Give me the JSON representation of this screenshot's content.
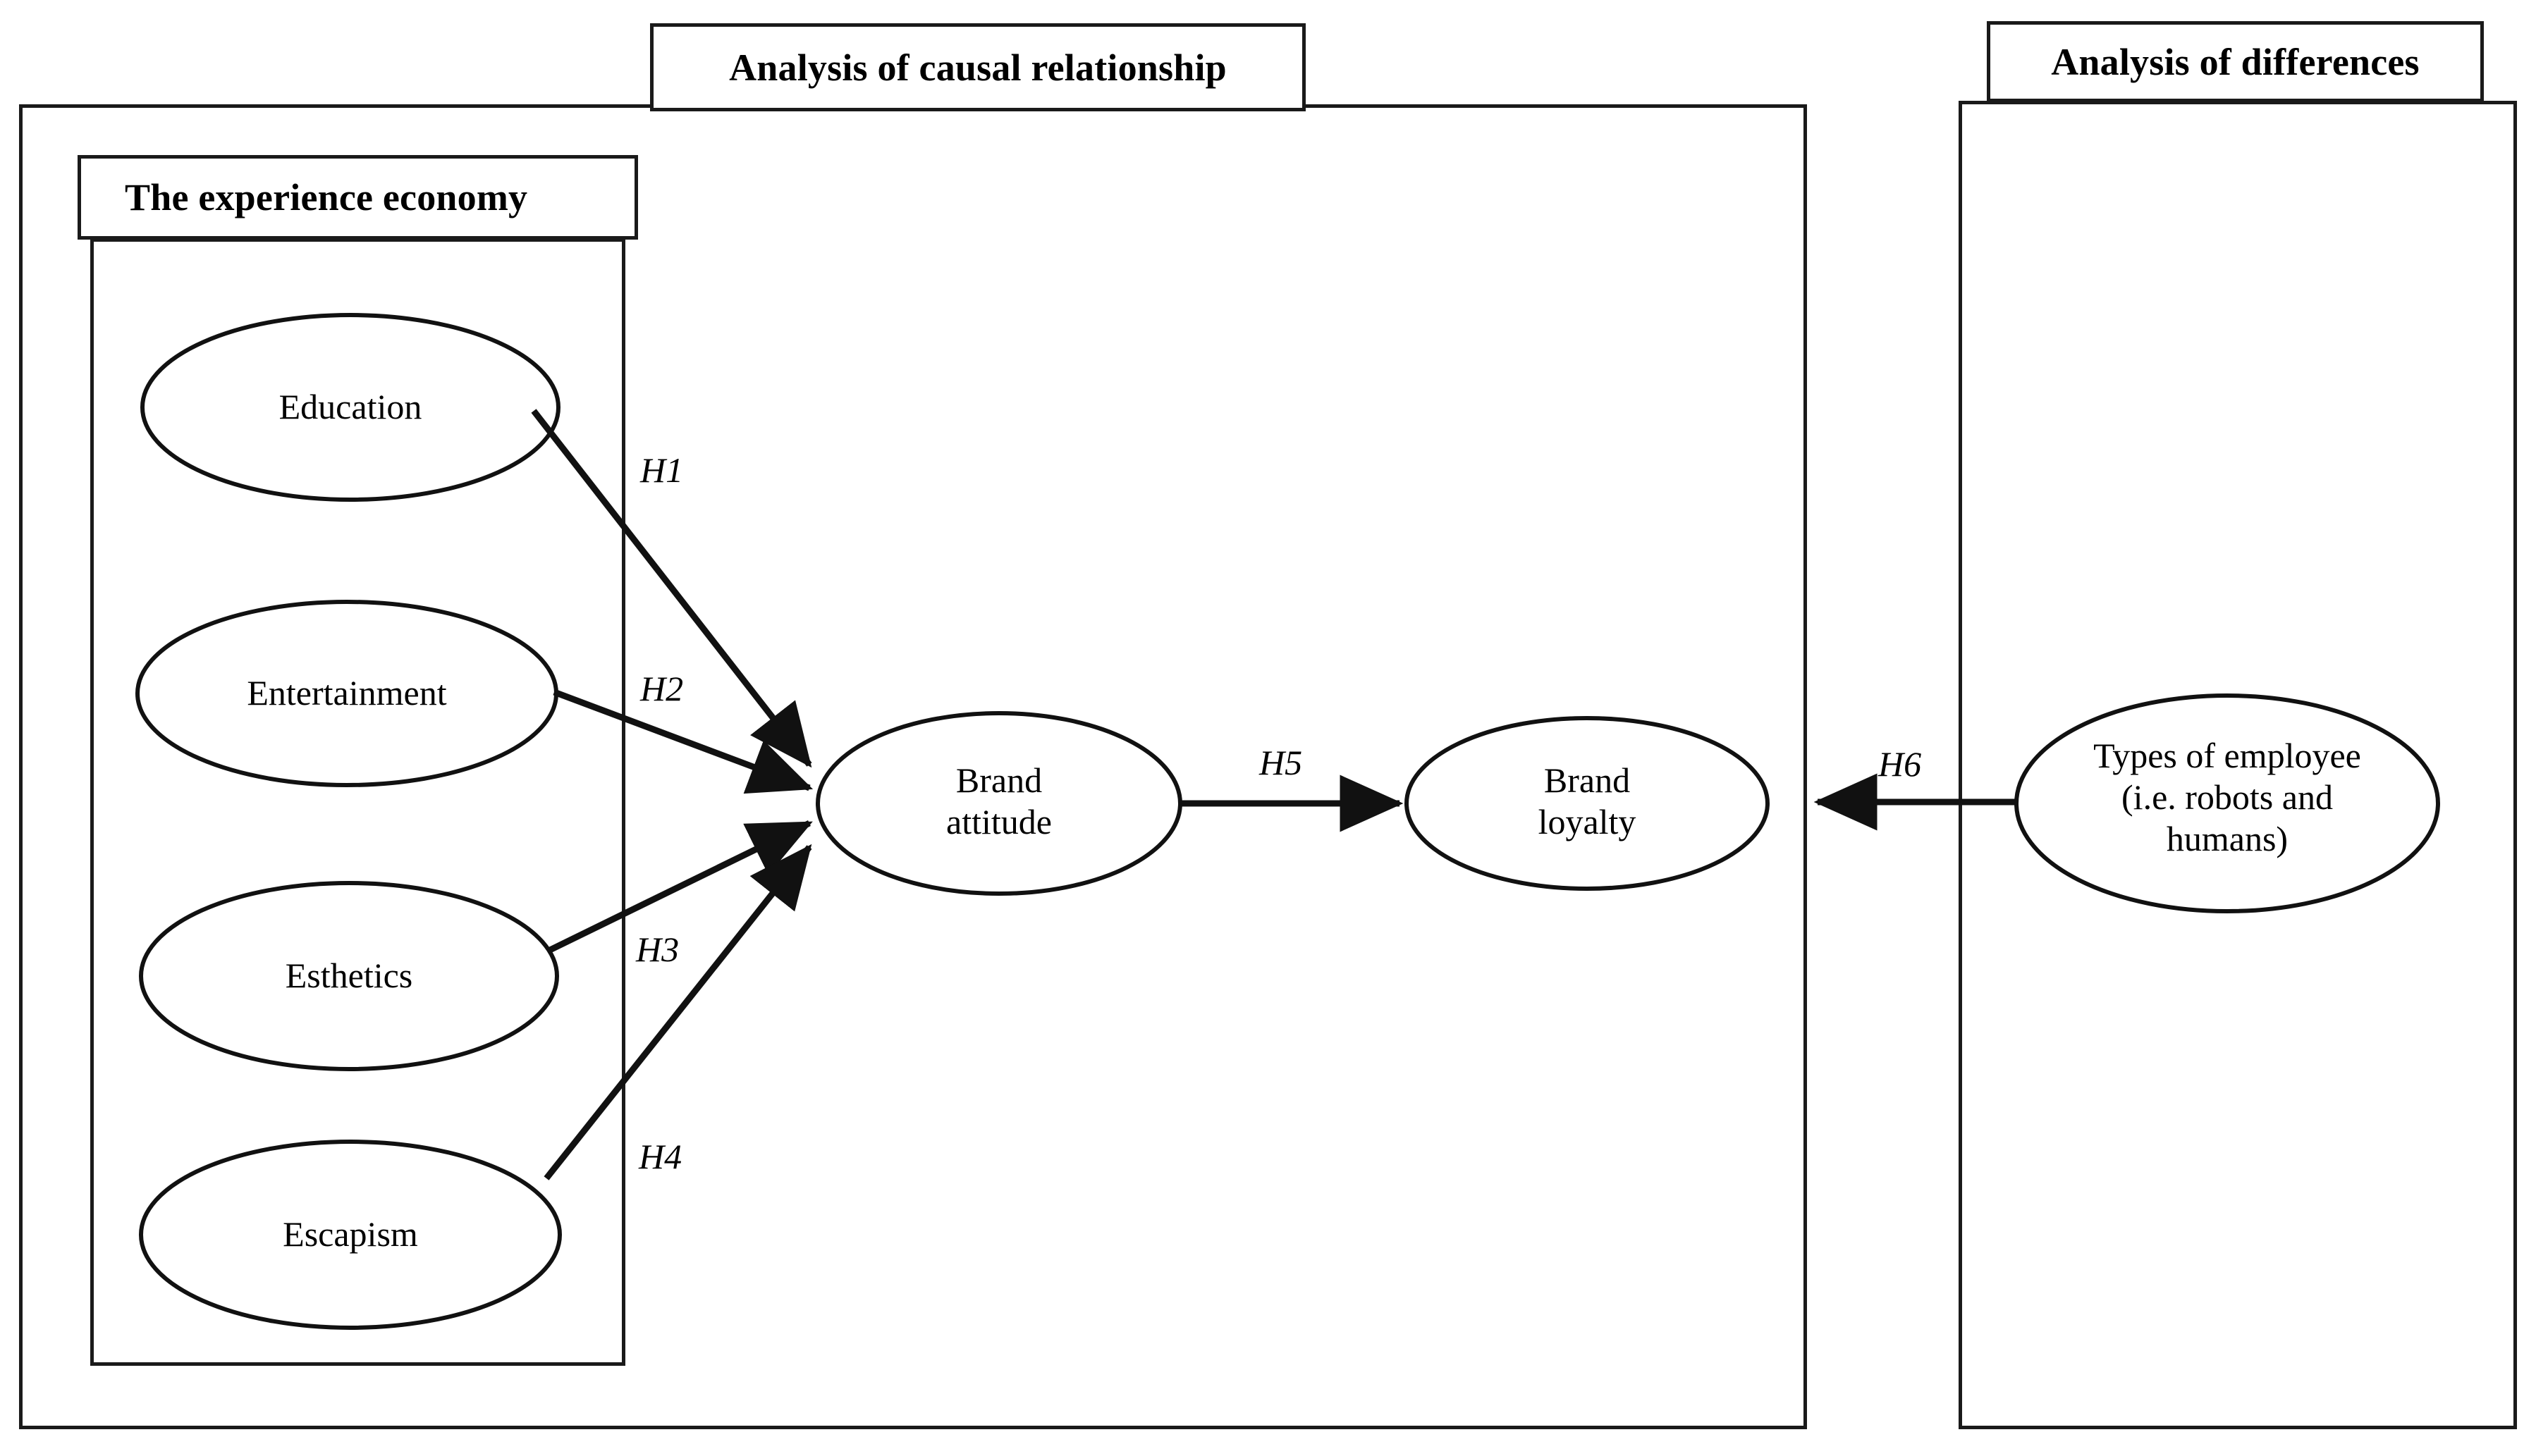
{
  "figure": {
    "type": "conceptual-research-model",
    "background": "#ffffff",
    "line_color": "#1a1a1a"
  },
  "panels": [
    {
      "id": "causal",
      "title": "Analysis of causal relationship"
    },
    {
      "id": "differences",
      "title": "Analysis of differences"
    }
  ],
  "groups": [
    {
      "id": "experience-economy",
      "title": "The experience economy"
    }
  ],
  "nodes": {
    "education": {
      "label": "Education"
    },
    "entertainment": {
      "label": "Entertainment"
    },
    "esthetics": {
      "label": "Esthetics"
    },
    "escapism": {
      "label": "Escapism"
    },
    "brand_attitude": {
      "line1": "Brand",
      "line2": "attitude"
    },
    "brand_loyalty": {
      "line1": "Brand",
      "line2": "loyalty"
    },
    "employee_types": {
      "line1": "Types of employee",
      "line2": "(i.e. robots and",
      "line3": "humans)"
    }
  },
  "hypotheses": [
    {
      "id": "H1",
      "label": "H1",
      "from": "education",
      "to": "brand_attitude"
    },
    {
      "id": "H2",
      "label": "H2",
      "from": "entertainment",
      "to": "brand_attitude"
    },
    {
      "id": "H3",
      "label": "H3",
      "from": "esthetics",
      "to": "brand_attitude"
    },
    {
      "id": "H4",
      "label": "H4",
      "from": "escapism",
      "to": "brand_attitude"
    },
    {
      "id": "H5",
      "label": "H5",
      "from": "brand_attitude",
      "to": "brand_loyalty"
    },
    {
      "id": "H6",
      "label": "H6",
      "from": "employee_types",
      "to": "causal_panel"
    }
  ]
}
